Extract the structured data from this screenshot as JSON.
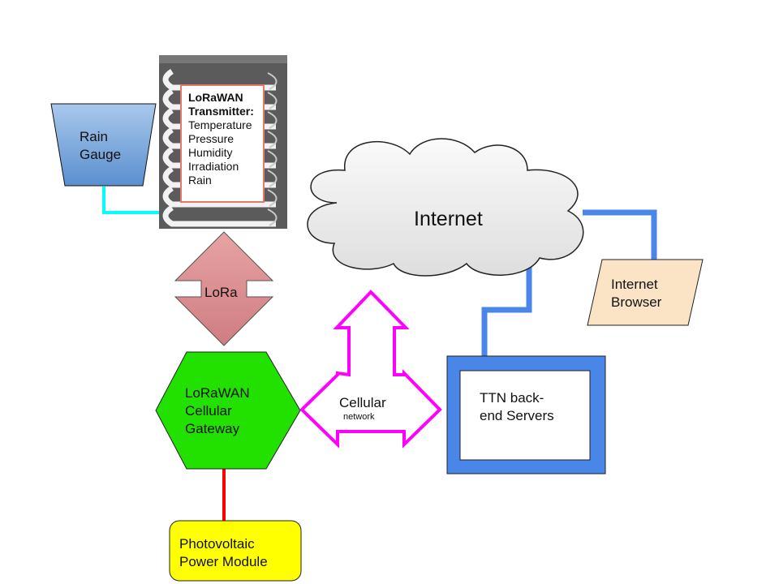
{
  "transmitter": {
    "title_line1": "LoRaWAN",
    "title_line2": "Transmitter:",
    "sensors": [
      "Temperature",
      "Pressure",
      "Humidity",
      "Irradiation",
      "Rain"
    ]
  },
  "rain_gauge": {
    "line1": "Rain",
    "line2": "Gauge"
  },
  "lora_link": {
    "label": "LoRa"
  },
  "internet": {
    "label": "Internet"
  },
  "browser": {
    "line1": "Internet",
    "line2": "Browser"
  },
  "gateway": {
    "line1": "LoRaWAN",
    "line2": "Cellular",
    "line3": "Gateway"
  },
  "cellular_link": {
    "label": "Cellular",
    "sublabel": "network"
  },
  "ttn": {
    "line1": "TTN back-",
    "line2": "end Servers"
  },
  "power": {
    "line1": "Photovoltaic",
    "line2": "Power Module"
  },
  "colors": {
    "rain_gauge_fill": "#7aa6d8",
    "lora_arrow": "#d98a8e",
    "gateway_fill": "#22e000",
    "cellular_arrow": "#ff00ff",
    "link_blue": "#4a86e8",
    "power_fill": "#ffff00",
    "browser_fill": "#fbe3c6",
    "cyan_wire": "#00ffff",
    "red_wire": "#ff0000"
  }
}
